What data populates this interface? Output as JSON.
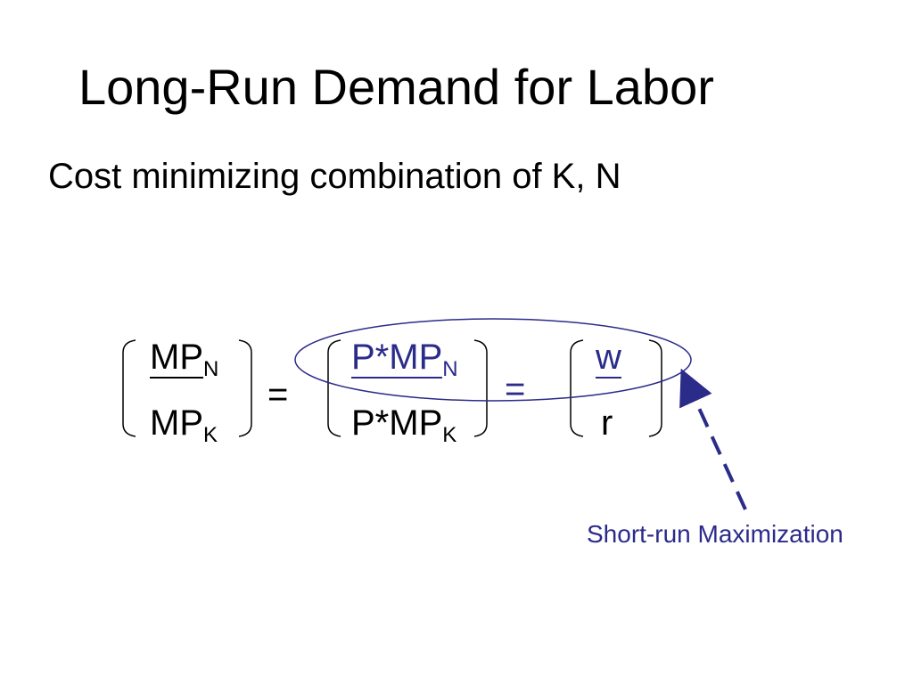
{
  "slide": {
    "title": "Long-Run Demand for Labor",
    "subtitle": "Cost minimizing combination of K, N",
    "equation": {
      "left": {
        "numerator_base": "MP",
        "numerator_sub": "N",
        "denominator_base": "MP",
        "denominator_sub": "K"
      },
      "equals_1": "=",
      "middle": {
        "numerator_base": "P*MP",
        "numerator_sub": "N",
        "denominator_base": "P*MP",
        "denominator_sub": "K"
      },
      "equals_2": "=",
      "right": {
        "numerator": "w",
        "denominator": "r"
      }
    },
    "annotation": "Short-run Maximization",
    "colors": {
      "text": "#000000",
      "accent": "#2b2b8a"
    }
  }
}
